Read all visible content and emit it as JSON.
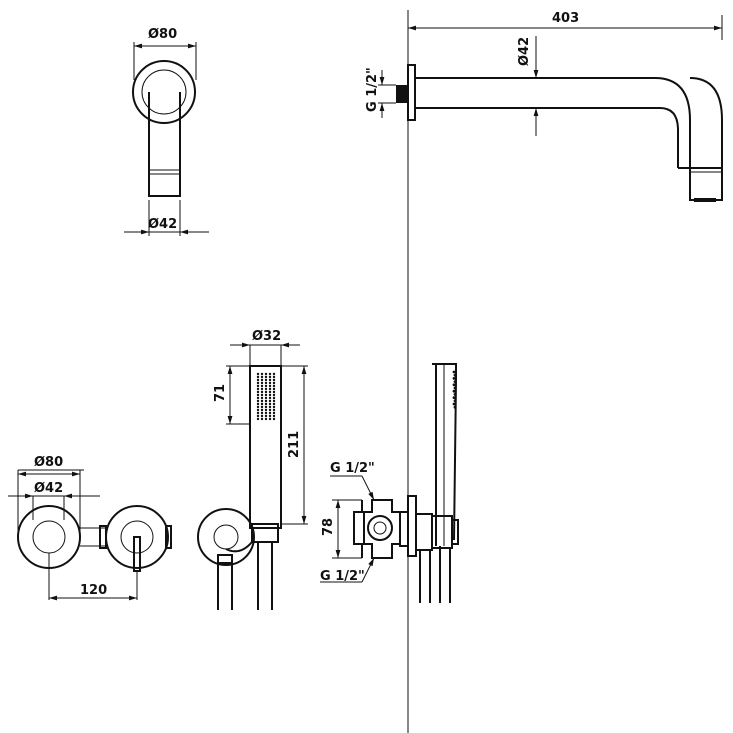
{
  "spout_side_view": {
    "dims": {
      "flange_diameter": "Ø80",
      "spout_diameter": "Ø42"
    }
  },
  "spout_front_view": {
    "dims": {
      "length": "403",
      "spout_diameter": "Ø42",
      "thread": "G 1/2\""
    }
  },
  "mixer_front_view": {
    "dims": {
      "outer_diameter": "Ø80",
      "inner_diameter": "Ø42",
      "center_distance": "120"
    }
  },
  "hand_shower_view": {
    "dims": {
      "head_diameter": "Ø32",
      "head_length": "71",
      "total_length": "211"
    }
  },
  "box_side_view": {
    "dims": {
      "thread_top": "G 1/2\"",
      "height": "78",
      "thread_bottom": "G 1/2\""
    }
  }
}
